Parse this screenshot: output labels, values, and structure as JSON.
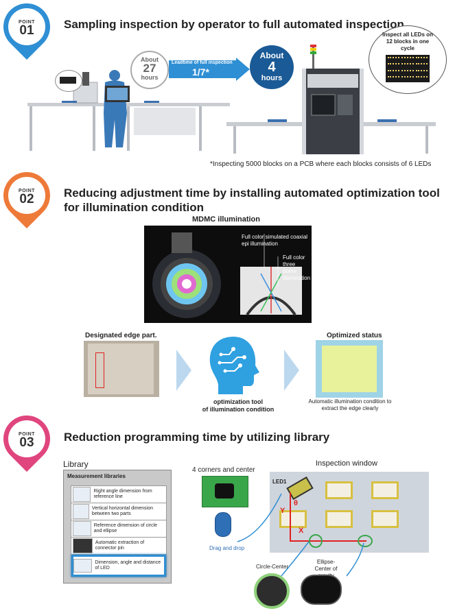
{
  "point1": {
    "badge_word": "POINT",
    "badge_num": "01",
    "heading": "Sampling inspection by operator to full automated inspection",
    "bubble_before": {
      "line1": "About",
      "value": "27",
      "line3": "hours"
    },
    "arrow_caption": "Leadtime of full inspection",
    "arrow_value": "1/7*",
    "bubble_after": {
      "line1": "About",
      "value": "4",
      "line3": "hours"
    },
    "callout": "Inspect all LEDs on 12 blocks in one cycle",
    "footnote": "*Inspecting 5000 blocks on a PCB  where each blocks consists of 6 LEDs"
  },
  "point2": {
    "badge_word": "POINT",
    "badge_num": "02",
    "heading_line1": "Reducing adjustment time by installing automated optimization tool",
    "heading_line2": "for illumination condition",
    "mdmc_title": "MDMC illumination",
    "label_coaxial": "Full color simulated coaxial epi illumination",
    "label_dome": "Full color three dome illumination",
    "edge_title": "Designated edge part.",
    "optimized_title": "Optimized status",
    "tool_caption_1": "optimization tool",
    "tool_caption_2": "of illumination condition",
    "optimized_caption": "Automatic  illumination condition to extract the edge clearly"
  },
  "point3": {
    "badge_word": "POINT",
    "badge_num": "03",
    "heading": "Reduction programming time by utilizing library",
    "library_label": "Library",
    "panel_title": "Measurement libraries",
    "library_items": [
      "Right angle dimension from reference line",
      "Vertical horizontal dimension between two parts",
      "Reference dimension of circle and ellipse",
      "Automatic extraction of connector pin",
      "Dimension, angle and distance of LED"
    ],
    "corners_label": "4 corners and center",
    "drag_label": "Drag and drop",
    "window_label": "Inspection window",
    "led_label": "LED1",
    "axis_y": "Y",
    "axis_x": "X",
    "axis_theta": "θ",
    "circle_center": "Circle-Center",
    "ellipse_center": "Ellipse-Center of gravity"
  },
  "colors": {
    "blue": "#2f8fd4",
    "orange": "#ee7a3a",
    "pink": "#e0457e",
    "dark_navy": "#1a5a96"
  }
}
